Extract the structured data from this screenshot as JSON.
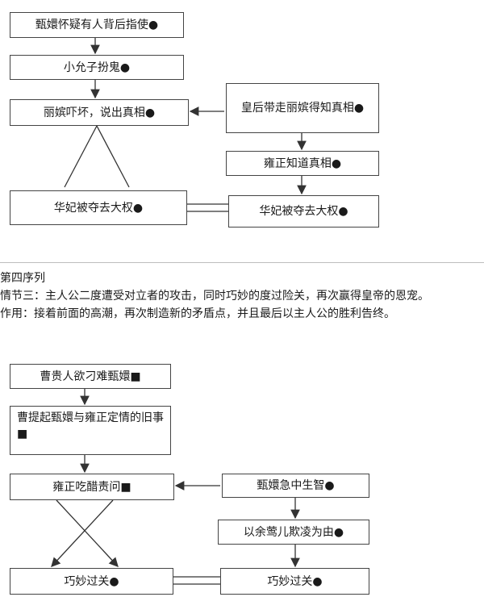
{
  "top": {
    "boxes": [
      {
        "id": "t1",
        "text": "甄嬛怀疑有人背后指使●"
      },
      {
        "id": "t2",
        "text": "小允子扮鬼●"
      },
      {
        "id": "t3",
        "text": "丽嫔吓坏，说出真相●"
      },
      {
        "id": "t4",
        "text": "皇后带走丽嫔得知真相●"
      },
      {
        "id": "t5",
        "text": "雍正知道真相●"
      },
      {
        "id": "t6",
        "text": "华妃被夺去大权●"
      },
      {
        "id": "t7",
        "text": "华妃被夺去大权●"
      }
    ]
  },
  "section": {
    "heading": "第四序列",
    "plot": "情节三：主人公二度遭受对立者的攻击，同时巧妙的度过险关，再次赢得皇帝的恩宠。",
    "function": "作用：接着前面的高潮，再次制造新的矛盾点，并且最后以主人公的胜利告终。"
  },
  "bottom": {
    "boxes": [
      {
        "id": "b1",
        "text": "曹贵人欲刁难甄嬛■"
      },
      {
        "id": "b2",
        "text": "曹提起甄嬛与雍正定情的旧事■"
      },
      {
        "id": "b3",
        "text": "雍正吃醋责问■"
      },
      {
        "id": "b4",
        "text": "甄嬛急中生智●"
      },
      {
        "id": "b5",
        "text": "以余莺儿欺凌为由●"
      },
      {
        "id": "b6",
        "text": "巧妙过关●"
      },
      {
        "id": "b7",
        "text": "巧妙过关●"
      }
    ]
  }
}
